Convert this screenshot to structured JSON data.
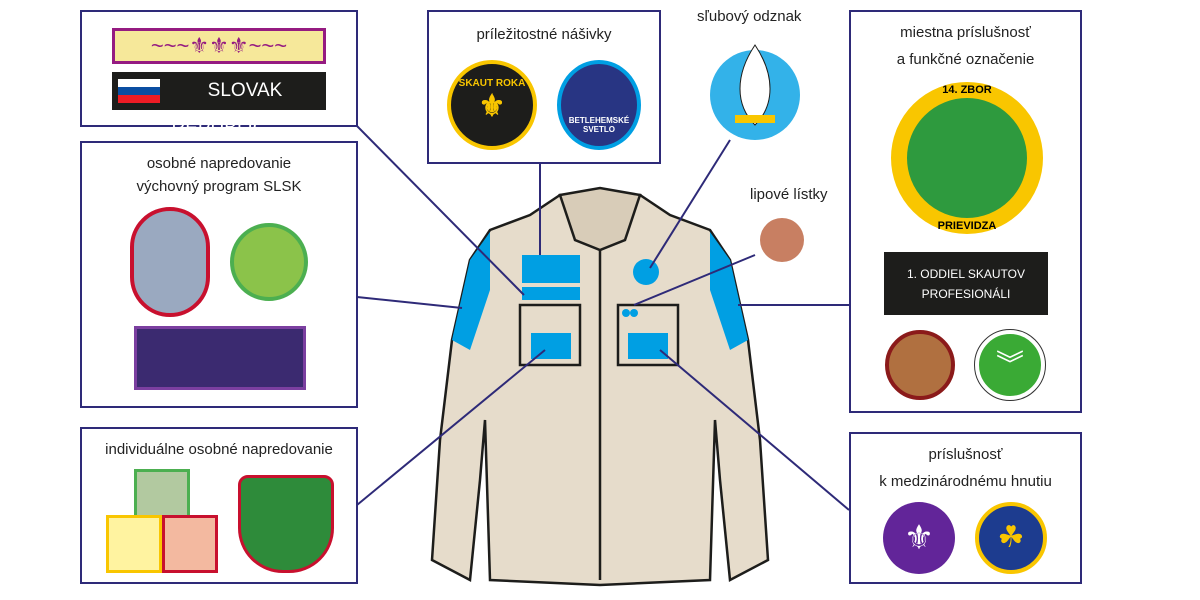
{
  "boxes": {
    "insignia": {
      "nationality_strip": "SLOVAK REPUBLIC"
    },
    "occasional": {
      "title": "príležitostné nášivky",
      "badge1": "SKAUT ROKA",
      "badge2": "BETLEHEMSKÉ SVETLO"
    },
    "personal": {
      "title_line1": "osobné napredovanie",
      "title_line2": "výchovný program SLSK"
    },
    "individual": {
      "title": "individuálne osobné napredovanie"
    },
    "local": {
      "title_line1": "miestna príslušnosť",
      "title_line2": "a funkčné označenie",
      "zbor_top": "14. ZBOR",
      "zbor_bottom": "PRIEVIDZA",
      "troop_line1": "1. ODDIEL SKAUTOV",
      "troop_line2": "PROFESIONÁLI"
    },
    "international": {
      "title_line1": "príslušnosť",
      "title_line2": "k medzinárodnému hnutiu"
    }
  },
  "labels": {
    "promise_badge": "sľubový odznak",
    "linden_leaves": "lipové lístky"
  },
  "colors": {
    "line": "#2e2a78",
    "shirt": "#e6dccb",
    "patch": "#009fe3"
  }
}
